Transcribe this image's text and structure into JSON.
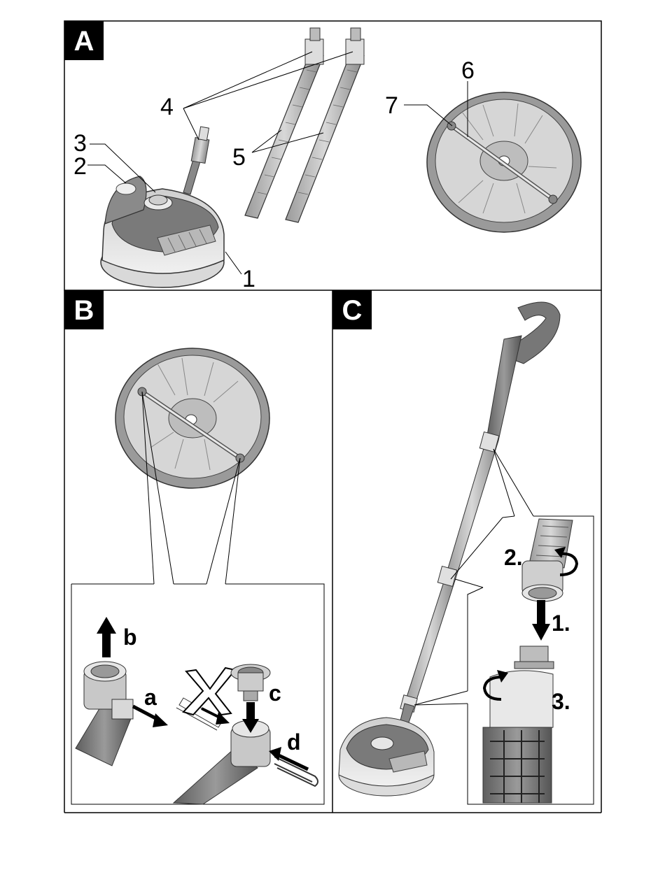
{
  "panels": {
    "a": {
      "letter": "A"
    },
    "b": {
      "letter": "B"
    },
    "c": {
      "letter": "C"
    }
  },
  "callouts": {
    "n1": "1",
    "n2": "2",
    "n3": "3",
    "n4": "4",
    "n5": "5",
    "n6": "6",
    "n7": "7"
  },
  "panel_b_labels": {
    "a": "a",
    "b": "b",
    "c": "c",
    "d": "d"
  },
  "panel_c_steps": {
    "s1": "1.",
    "s2": "2.",
    "s3": "3."
  }
}
